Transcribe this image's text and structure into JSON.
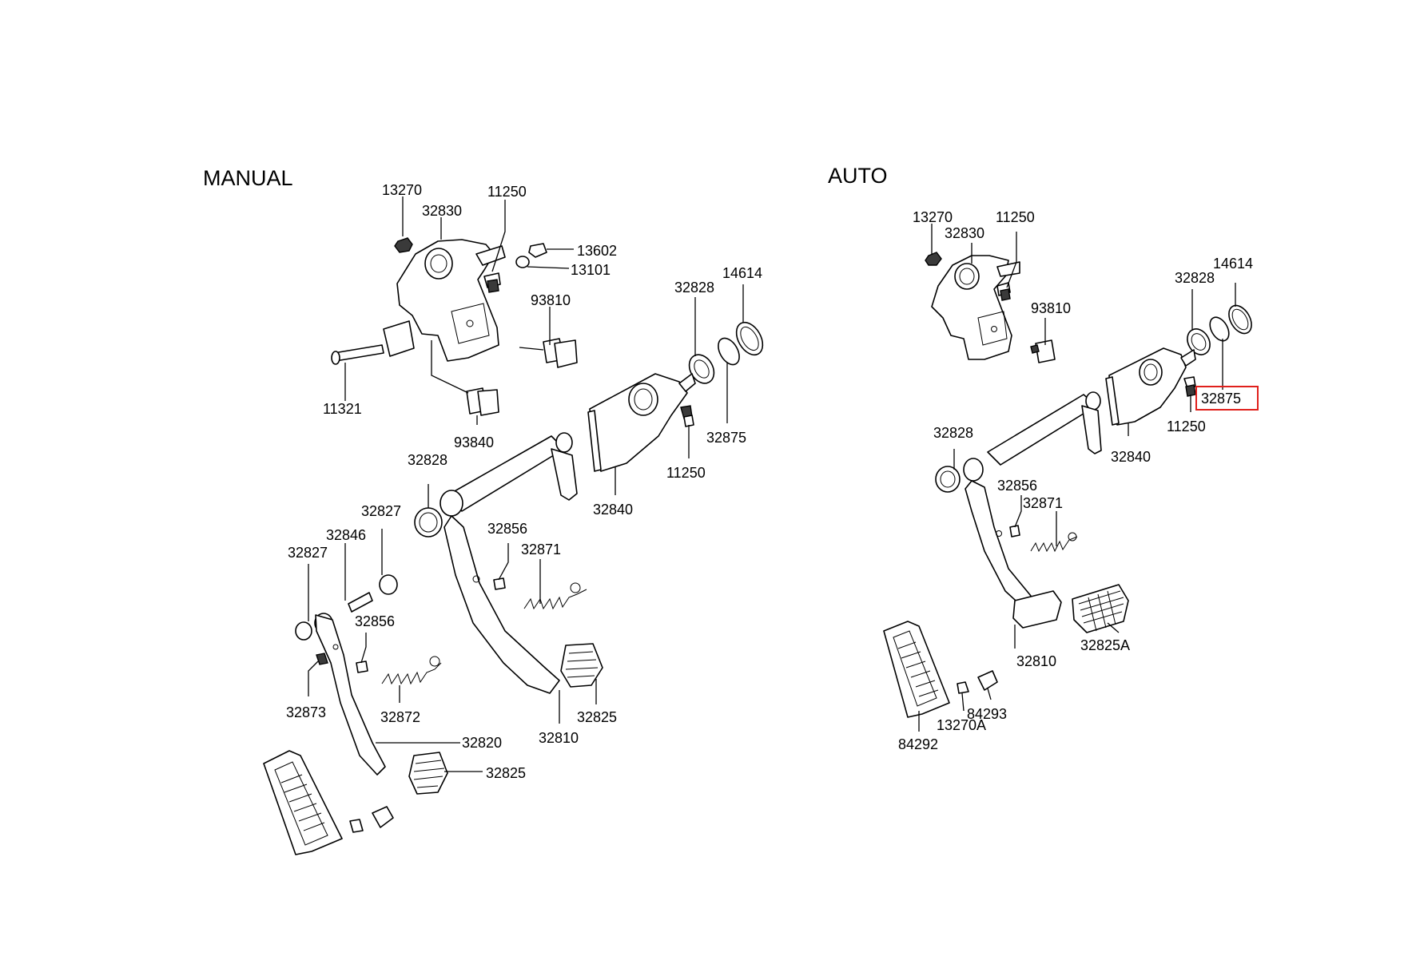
{
  "sections": {
    "manual": "MANUAL",
    "auto": "AUTO"
  },
  "manual_labels": {
    "p13270": "13270",
    "p32830": "32830",
    "p11250_top": "11250",
    "p13602": "13602",
    "p13101": "13101",
    "p93810": "93810",
    "p32828_top": "32828",
    "p14614": "14614",
    "p11321": "11321",
    "p93840": "93840",
    "p32875": "32875",
    "p11250_low": "11250",
    "p32828_mid": "32828",
    "p32840": "32840",
    "p32827_a": "32827",
    "p32846": "32846",
    "p32827_b": "32827",
    "p32856_a": "32856",
    "p32871": "32871",
    "p32856_b": "32856",
    "p32873": "32873",
    "p32872": "32872",
    "p32810": "32810",
    "p32825_a": "32825",
    "p32820": "32820",
    "p32825_b": "32825"
  },
  "auto_labels": {
    "p13270": "13270",
    "p32830": "32830",
    "p11250_top": "11250",
    "p14614": "14614",
    "p32828_top": "32828",
    "p93810": "93810",
    "p32875": "32875",
    "p11250_low": "11250",
    "p32828_mid": "32828",
    "p32840": "32840",
    "p32856": "32856",
    "p32871": "32871",
    "p32810": "32810",
    "p32825A": "32825A",
    "p84293": "84293",
    "p13270A": "13270A",
    "p84292": "84292"
  },
  "highlight": {
    "color": "#e0201c",
    "part": "32875"
  }
}
